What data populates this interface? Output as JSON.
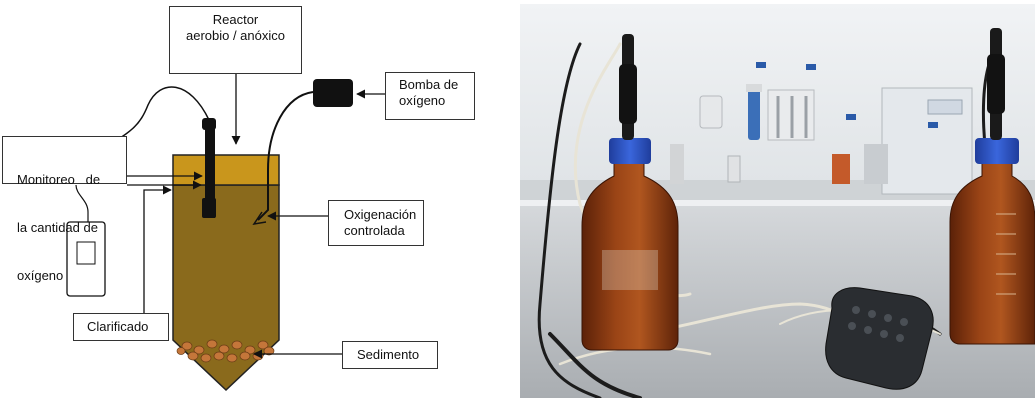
{
  "diagram": {
    "labels": {
      "reactor_line1": "Reactor",
      "reactor_line2": "aerobio / anóxico",
      "pump_line1": "Bomba de",
      "pump_line2": "oxígeno",
      "monitor_line1": "Monitoreo   de",
      "monitor_line2": "la cantidad de",
      "monitor_line3": "oxígeno",
      "oxygenation_line1": "Oxigenación",
      "oxygenation_line2": "controlada",
      "clarified": "Clarificado",
      "sediment": "Sedimento"
    },
    "colors": {
      "clarified_layer": "#c9961c",
      "reactor_body": "#8a6a1c",
      "sediment_particles": "#c4763a",
      "probe": "#111111",
      "pump": "#111111"
    },
    "icons": [
      "oxygen-meter-icon",
      "oxygen-pump-icon",
      "oxygen-probe-icon",
      "aeration-tube-icon"
    ]
  },
  "photo": {
    "subject": "laboratory-setup",
    "colors": {
      "bottle_glass": "#8e3b12",
      "bottle_cap": "#2f55c8",
      "bench": "#c6c9cc",
      "wall": "#eceff1",
      "meter": "#2a2d31"
    }
  }
}
